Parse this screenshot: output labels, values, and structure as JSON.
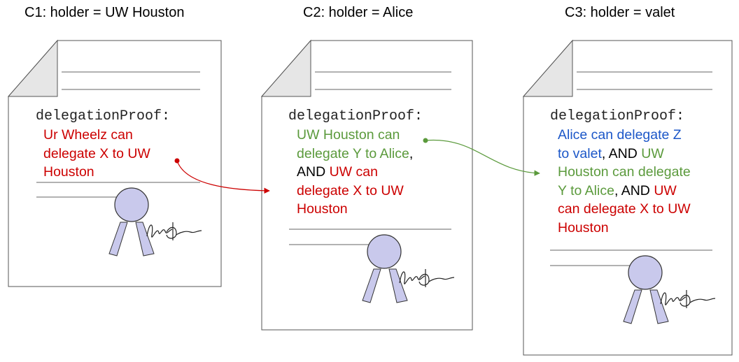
{
  "colors": {
    "red": "#cc0000",
    "green": "#5b9a3c",
    "blue": "#1c57c8",
    "person_fill": "#c9c9ec"
  },
  "cards": [
    {
      "title": "C1: holder = UW Houston",
      "label": "delegationProof:",
      "lines": [
        [
          {
            "text": "Ur Wheelz can",
            "color": "red"
          }
        ],
        [
          {
            "text": "delegate X to UW",
            "color": "red"
          }
        ],
        [
          {
            "text": "Houston",
            "color": "red"
          }
        ]
      ]
    },
    {
      "title": "C2: holder = Alice",
      "label": "delegationProof:",
      "lines": [
        [
          {
            "text": "UW Houston can",
            "color": "green"
          }
        ],
        [
          {
            "text": "delegate Y to Alice",
            "color": "green"
          },
          {
            "text": ",",
            "color": "black"
          }
        ],
        [
          {
            "text": "AND ",
            "color": "black"
          },
          {
            "text": "UW can",
            "color": "red"
          }
        ],
        [
          {
            "text": "delegate X to UW",
            "color": "red"
          }
        ],
        [
          {
            "text": "Houston",
            "color": "red"
          }
        ]
      ]
    },
    {
      "title": "C3: holder = valet",
      "label": "delegationProof:",
      "lines": [
        [
          {
            "text": "Alice can delegate Z",
            "color": "blue"
          }
        ],
        [
          {
            "text": "to valet",
            "color": "blue"
          },
          {
            "text": ", AND ",
            "color": "black"
          },
          {
            "text": "UW",
            "color": "green"
          }
        ],
        [
          {
            "text": "Houston can delegate",
            "color": "green"
          }
        ],
        [
          {
            "text": "Y to Alice",
            "color": "green"
          },
          {
            "text": ", AND ",
            "color": "black"
          },
          {
            "text": "UW",
            "color": "red"
          }
        ],
        [
          {
            "text": "can delegate X to UW",
            "color": "red"
          }
        ],
        [
          {
            "text": "Houston",
            "color": "red"
          }
        ]
      ]
    }
  ]
}
